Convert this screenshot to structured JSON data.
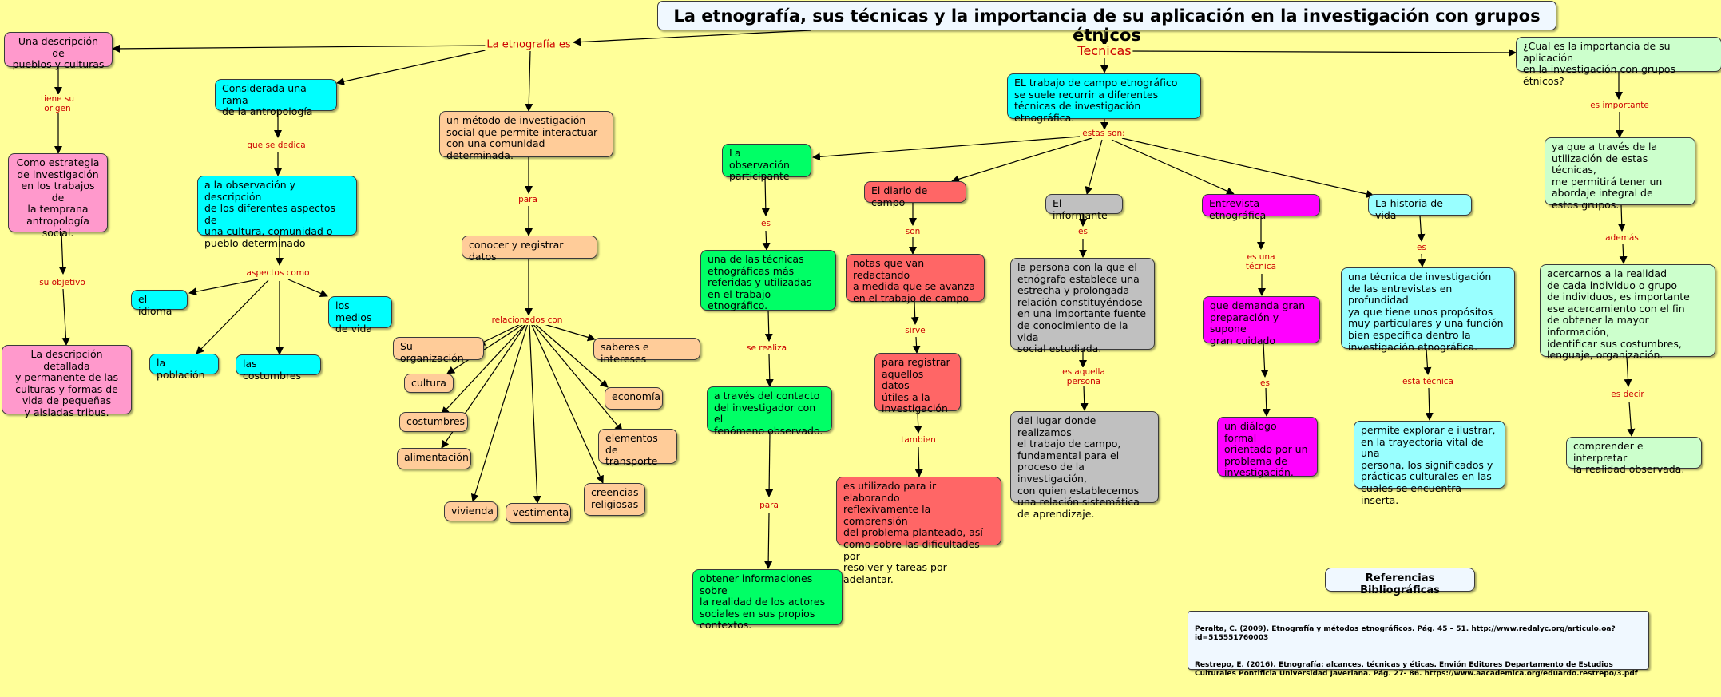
{
  "diagram": {
    "title": "La etnografía, sus técnicas y la importancia de su aplicación en la investigación con grupos étnicos",
    "nodes": {
      "descripcion_pueblos": "Una descripción de\npueblos y culturas",
      "estrategia": "Como estrategia\nde investigación\nen los trabajos de\nla temprana\nantropología\nsocial.",
      "descripcion_detallada": "La descripción detallada\ny permanente de las\nculturas y formas de\nvida de pequeñas\ny aisladas tribus.",
      "rama_antropologia": "Considerada una rama\nde la antropología",
      "observacion_descripcion": "a la observación y descripción\nde los diferentes aspectos de\nuna cultura, comunidad o\npueblo determinado",
      "idioma": "el idioma",
      "poblacion": "la población",
      "costumbres_asp": "las costumbres",
      "medios_vida": "los medios\nde vida",
      "metodo": "un método de investigación\nsocial que permite interactuar\ncon una comunidad determinada.",
      "conocer_registrar": "conocer y registrar datos",
      "su_organizacion": "Su organización",
      "cultura": "cultura",
      "costumbres": "costumbres",
      "alimentacion": "alimentación",
      "vivienda": "vivienda",
      "vestimenta": "vestimenta",
      "creencias": "creencias\nreligiosas",
      "elementos_transporte": "elementos\nde transporte",
      "economia": "economía",
      "saberes": "saberes e intereses",
      "trabajo_campo": "EL trabajo de campo etnográfico\nse suele recurrir a diferentes\ntécnicas de investigación etnográfica.",
      "observacion_participante": "La observación\nparticipante",
      "tecnicas_referidas": "una de las técnicas\netnográficas más\nreferidas y utilizadas\nen el trabajo etnográfico.",
      "contacto": "a través del contacto\ndel investigador con el\nfenómeno observado.",
      "obtener_info": "obtener informaciones sobre\nla realidad de los actores\nsociales en sus propios\ncontextos.",
      "diario_campo": "El diario de campo",
      "notas": "notas que van redactando\na medida que se avanza\nen el trabajo de campo",
      "para_registrar": "para registrar\naquellos datos\nútiles a la\ninvestigación",
      "utilizado": "es utilizado para ir elaborando\nreflexivamente la comprensión\ndel problema planteado, así\ncomo sobre las dificultades por\nresolver y tareas por adelantar.",
      "informante": "El informante",
      "persona": "la persona con la que el\netnógrafo establece una\nestrecha y prolongada\nrelación constituyéndose\nen una importante fuente\nde conocimiento de la vida\nsocial estudiada.",
      "lugar": "del lugar donde realizamos\nel trabajo de campo,\nfundamental para el\nproceso de la investigación,\ncon quien establecemos\nuna relación sistemática\nde aprendizaje.",
      "entrevista": "Entrevista etnográfica",
      "preparacion": "que demanda gran\npreparación y supone\ngran cuidado",
      "dialogo": "un diálogo formal\norientado por un\nproblema de\ninvestigación.",
      "historia_vida": "La historia de vida",
      "tecnica_investigacion": "una técnica de investigación\nde las entrevistas en profundidad\nya que tiene unos propósitos\nmuy particulares y una función\nbien específica dentro la\ninvestigación etnográfica.",
      "permite_explorar": "permite explorar e ilustrar,\nen la trayectoria vital de una\npersona, los significados y\nprácticas culturales en las\ncuales se encuentra inserta.",
      "importancia": "¿Cual es la importancia de su aplicación\nen la investigación con grupos étnicos?",
      "ya_que": "ya que a través de la\nutilización de estas técnicas,\nme permitirá tener un\nabordaje integral de\nestos grupos.",
      "acercarnos": "acercarnos a la realidad\nde cada individuo o grupo\nde individuos, es importante\nese acercamiento con el fin\nde obtener la mayor información,\nidentificar sus costumbres,\nlenguaje, organización.",
      "comprender": "comprender e interpretar\nla realidad observada."
    },
    "labels": {
      "la_etnografia_es": "La etnografía es",
      "tecnicas": "Tecnicas",
      "tiene_origen": "tiene su\norigen",
      "su_objetivo": "su objetivo",
      "que_se_dedica": "que se dedica",
      "aspectos_como": "aspectos como",
      "para1": "para",
      "relacionados_con": "relacionados con",
      "estas_son": "estas son:",
      "es1": "es",
      "se_realiza": "se realiza",
      "para2": "para",
      "son": "son",
      "sirve": "sirve",
      "tambien": "tambien",
      "es2": "es",
      "es_aquella_persona": "es aquella\npersona",
      "es_una_tecnica": "es una\ntécnica",
      "es3": "es",
      "es4": "es",
      "esta_tecnica": "esta técnica",
      "es_importante": "es importante",
      "ademas": "además",
      "es_decir": "es decir"
    },
    "references": {
      "title": "Referencias Bibliográficas",
      "ref1": "Peralta, C. (2009). Etnografía y métodos etnográficos. Pág. 45 – 51. http://www.redalyc.org/articulo.oa?id=515551760003",
      "ref2": "Restrepo, E. (2016). Etnografía: alcances, técnicas y éticas. Envión Editores Departamento de Estudios\nCulturales Pontificia Universidad Javeriana. Pág. 27- 86. https://www.aacademica.org/eduardo.restrepo/3.pdf"
    }
  }
}
